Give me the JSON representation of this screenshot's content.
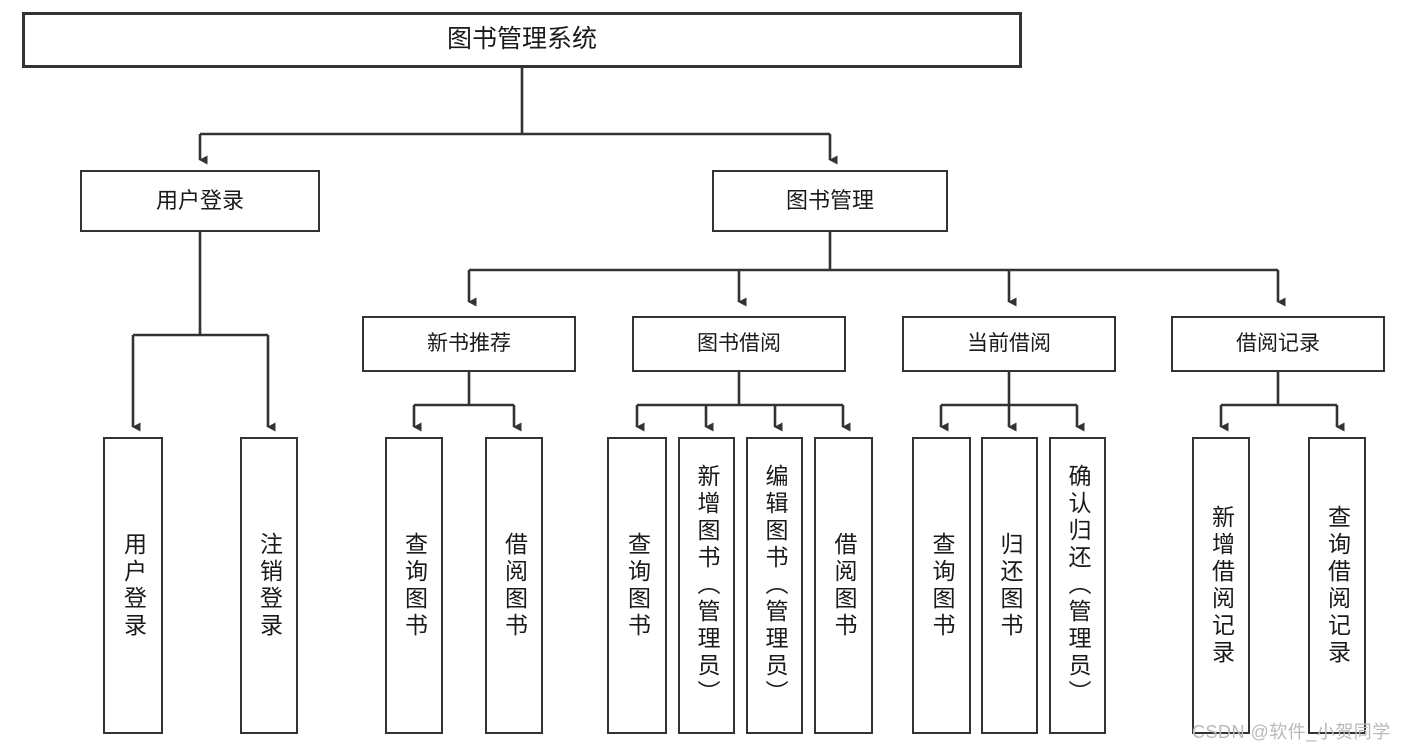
{
  "diagram": {
    "type": "tree",
    "title": "图书管理系统",
    "root": {
      "label": "图书管理系统"
    },
    "level1": [
      {
        "label": "用户登录"
      },
      {
        "label": "图书管理"
      }
    ],
    "level2": [
      {
        "label": "新书推荐"
      },
      {
        "label": "图书借阅"
      },
      {
        "label": "当前借阅"
      },
      {
        "label": "借阅记录"
      }
    ],
    "leaves": {
      "user_login": [
        {
          "label": "用户登录"
        },
        {
          "label": "注销登录"
        }
      ],
      "new_book_recommend": [
        {
          "label": "查询图书"
        },
        {
          "label": "借阅图书"
        }
      ],
      "book_borrow": [
        {
          "label": "查询图书"
        },
        {
          "label": "新增图书（管理员）"
        },
        {
          "label": "编辑图书（管理员）"
        },
        {
          "label": "借阅图书"
        }
      ],
      "current_borrow": [
        {
          "label": "查询图书"
        },
        {
          "label": "归还图书"
        },
        {
          "label": "确认归还（管理员）"
        }
      ],
      "borrow_record": [
        {
          "label": "新增借阅记录"
        },
        {
          "label": "查询借阅记录"
        }
      ]
    }
  },
  "watermark": {
    "text": "CSDN @软件_小贺同学"
  },
  "colors": {
    "box_border": "#333333",
    "box_fill": "#ffffff",
    "connector": "#333333",
    "text": "#1a1a1a",
    "watermark": "#b9b9b9"
  }
}
